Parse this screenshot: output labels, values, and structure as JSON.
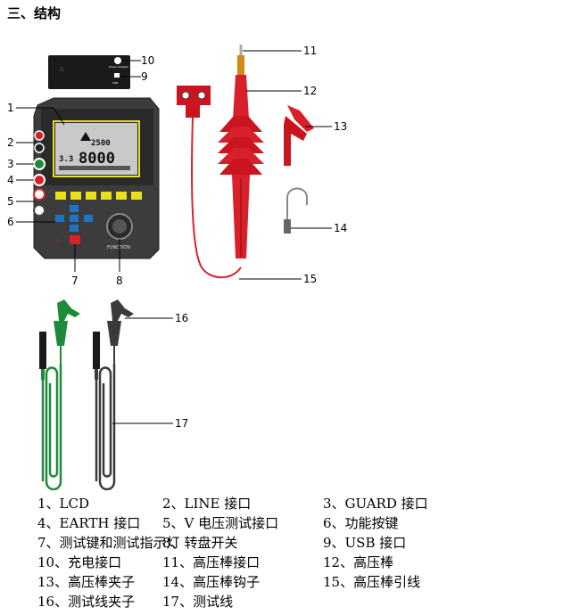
{
  "title": "三、结构",
  "callouts": [
    "1",
    "2",
    "3",
    "4",
    "5",
    "6",
    "7",
    "8",
    "9",
    "10",
    "11",
    "12",
    "13",
    "14",
    "15",
    "16",
    "17"
  ],
  "meter": {
    "lcd_big": "8000",
    "lcd_top": "2500",
    "lcd_left": "3.3",
    "function_label": "FUNCTION",
    "usb_text": "USB",
    "charge_text": "Power Adapter"
  },
  "legend": [
    "1、LCD",
    "2、LINE 接口",
    "3、GUARD 接口",
    "4、EARTH 接口",
    "5、V 电压测试接口",
    "6、功能按键",
    "7、测试键和测试指示灯",
    "8、转盘开关",
    "9、USB 接口",
    "10、充电接口",
    "11、高压棒接口",
    "12、高压棒",
    "13、高压棒夹子",
    "14、高压棒钩子",
    "15、高压棒引线",
    "16、测试线夹子",
    "17、测试线"
  ],
  "colors": {
    "red": "#d8202a",
    "green": "#1f8a3a",
    "dark": "#3a3a3a",
    "lcd": "#c9c9c9",
    "lcd_frame": "#e9e01c"
  }
}
